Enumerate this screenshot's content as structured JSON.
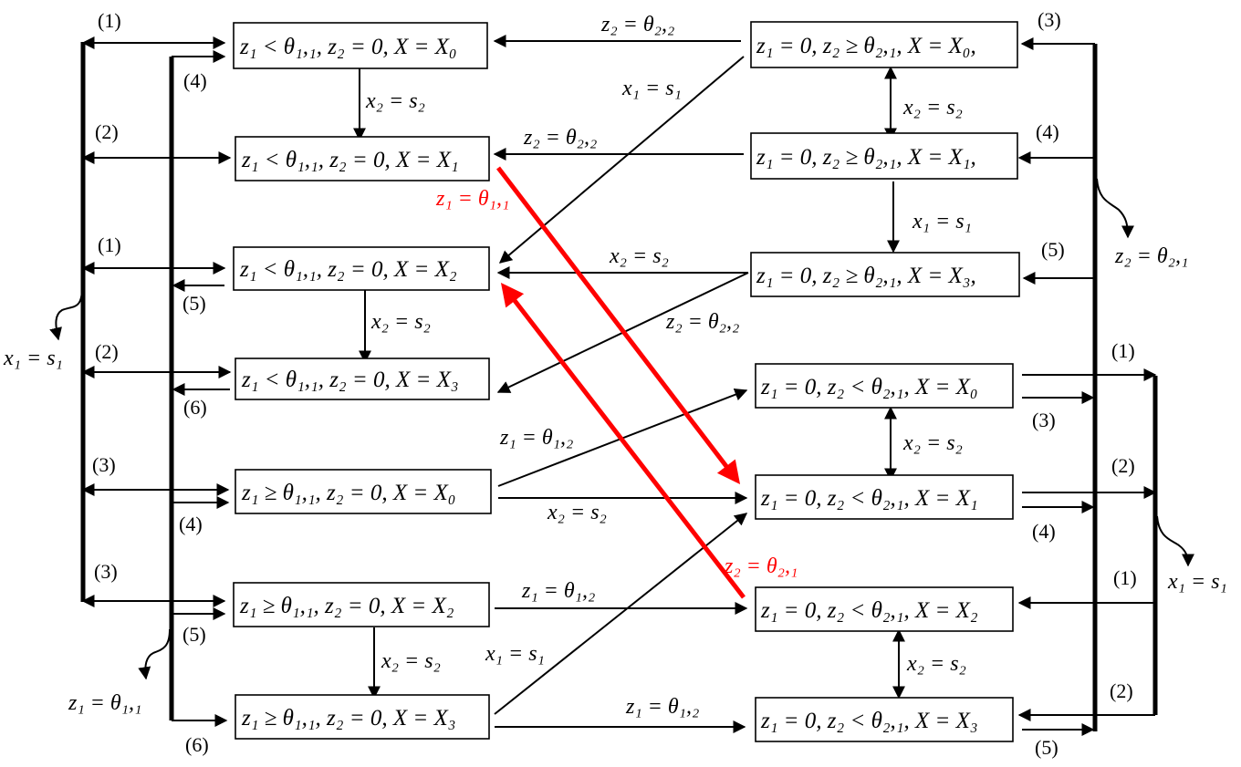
{
  "states": {
    "L1": "z₁ < θ₁,₁, z₂ = 0, X = X₀",
    "L2": "z₁ < θ₁,₁, z₂ = 0, X = X₁",
    "L3": "z₁ < θ₁,₁, z₂ = 0, X = X₂",
    "L4": "z₁ < θ₁,₁, z₂ = 0, X = X₃",
    "L5": "z₁ ≥ θ₁,₁, z₂ = 0, X = X₀",
    "L6": "z₁ ≥ θ₁,₁, z₂ = 0, X = X₂",
    "L7": "z₁ ≥ θ₁,₁, z₂ = 0, X = X₃",
    "R1": "z₁ = 0, z₂ ≥ θ₂,₁, X = X₀,",
    "R2": "z₁ = 0, z₂ ≥ θ₂,₁, X = X₁,",
    "R3": "z₁ = 0, z₂ ≥ θ₂,₁, X = X₃,",
    "R4": "z₁ = 0, z₂ < θ₂,₁, X = X₀",
    "R5": "z₁ = 0, z₂ < θ₂,₁, X = X₁",
    "R6": "z₁ = 0, z₂ < θ₂,₁, X = X₂",
    "R7": "z₁ = 0, z₂ < θ₂,₁, X = X₃"
  },
  "labels": {
    "z2_theta22": "z₂ = θ₂,₂",
    "z2_theta21": "z₂ = θ₂,₁",
    "z1_theta11": "z₁ = θ₁,₁",
    "z1_theta12": "z₁ = θ₁,₂",
    "x1_s1": "x₁ = s₁",
    "x2_s2": "x₂ = s₂"
  },
  "numbers": {
    "n1": "(1)",
    "n2": "(2)",
    "n3": "(3)",
    "n4": "(4)",
    "n5": "(5)",
    "n6": "(6)",
    "p3": "3",
    "p4": "4"
  },
  "colors": {
    "line": "#000000",
    "highlight": "#ff0000"
  }
}
